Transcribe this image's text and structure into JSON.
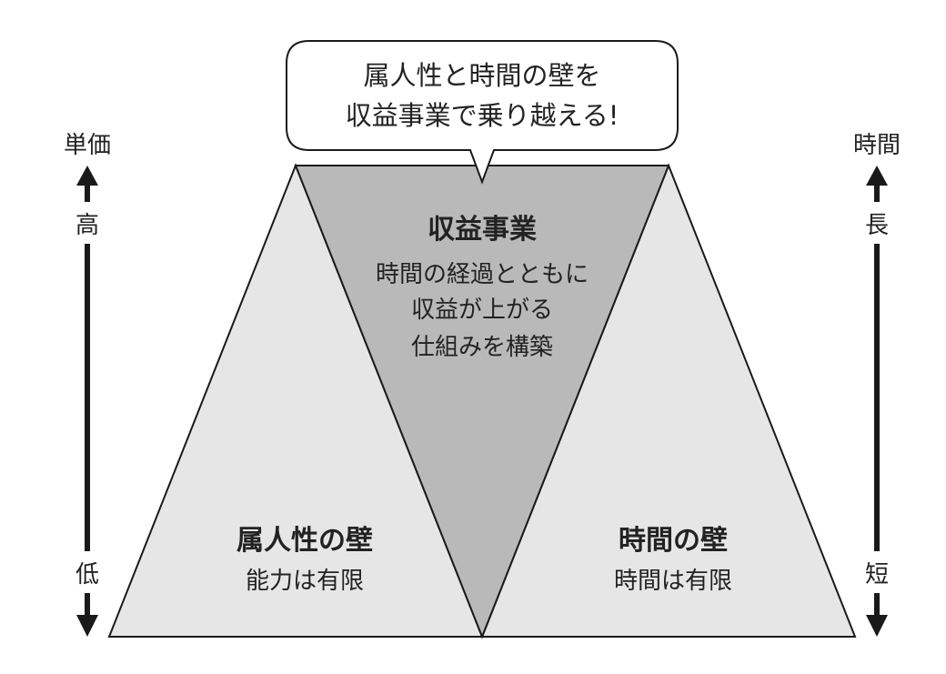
{
  "callout": {
    "line1": "属人性と時間の壁を",
    "line2": "収益事業で乗り越える!"
  },
  "center_block": {
    "title": "収益事業",
    "line1": "時間の経過とともに",
    "line2": "収益が上がる",
    "line3": "仕組みを構築"
  },
  "left_block": {
    "title": "属人性の壁",
    "subtitle": "能力は有限"
  },
  "right_block": {
    "title": "時間の壁",
    "subtitle": "時間は有限"
  },
  "left_axis": {
    "label": "単価",
    "high": "高",
    "low": "低"
  },
  "right_axis": {
    "label": "時間",
    "high": "長",
    "low": "短"
  },
  "colors": {
    "light_fill": "#e6e6e6",
    "dark_fill": "#b9b9b9",
    "stroke": "#1a1a1a",
    "arrow": "#1a1a1a"
  }
}
